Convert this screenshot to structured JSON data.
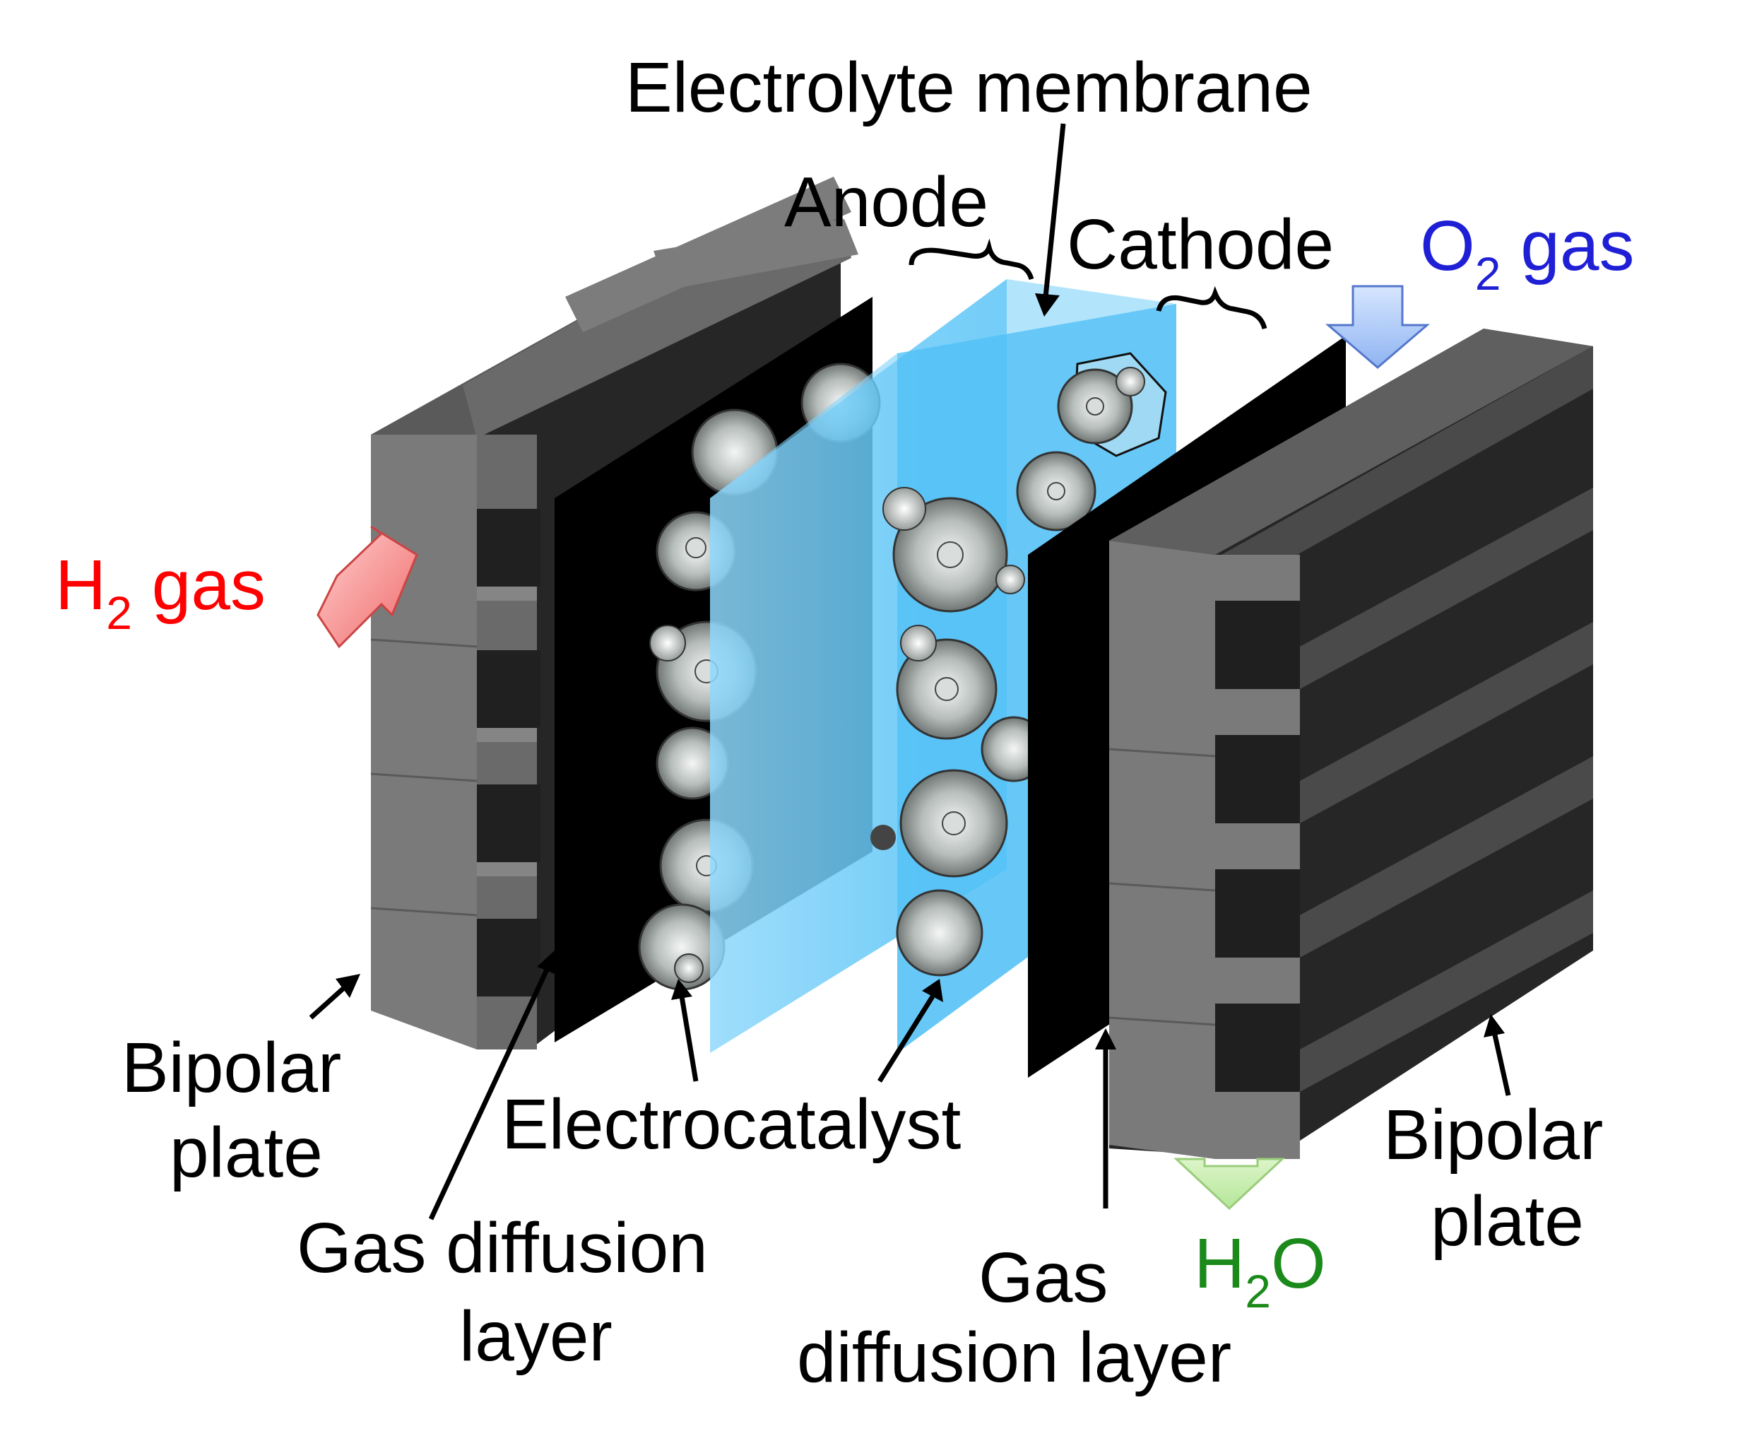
{
  "labels": {
    "electrolyte_membrane": "Electrolyte membrane",
    "anode": "Anode",
    "cathode": "Cathode",
    "electrocatalyst": "Electrocatalyst",
    "bipolar_left_1": "Bipolar",
    "bipolar_left_2": "plate",
    "bipolar_right_1": "Bipolar",
    "bipolar_right_2": "plate",
    "gdl_left_1": "Gas diffusion",
    "gdl_left_2": "layer",
    "gdl_right_1": "Gas",
    "gdl_right_2": "diffusion layer"
  },
  "gases": {
    "h2": {
      "base": "H",
      "sub": "2",
      "suffix": " gas"
    },
    "o2": {
      "base": "O",
      "sub": "2",
      "suffix": " gas"
    },
    "h2o": {
      "base": "H",
      "sub": "2",
      "suffix": "O"
    }
  },
  "colors": {
    "h2": "#ff0000",
    "o2": "#1f1fd6",
    "h2o": "#1b8a1b",
    "membrane": "#5ec8f7",
    "plate_front": "#7a7a7a",
    "plate_dark": "#2a2a2a",
    "gdl": "#000000",
    "catalyst": "#a9b0ad"
  }
}
